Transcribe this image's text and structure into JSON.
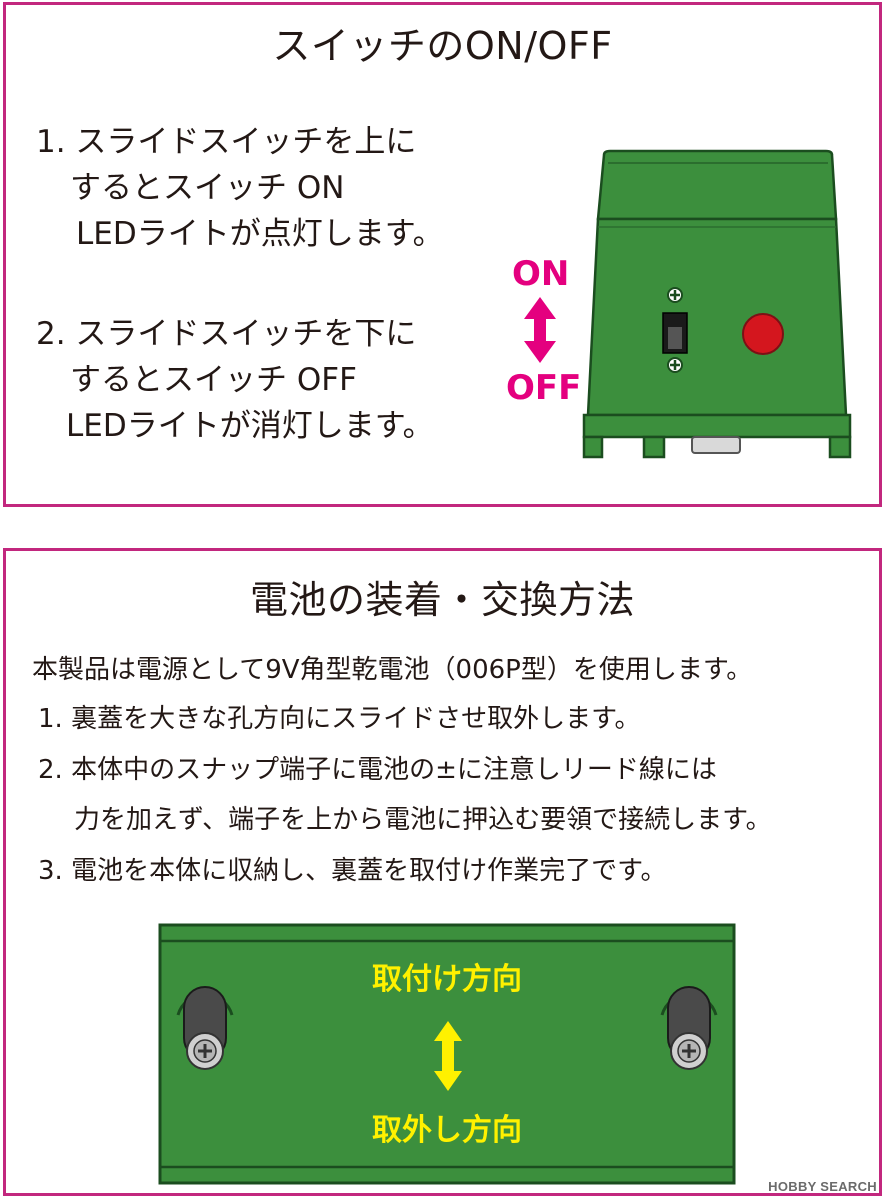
{
  "switch_section": {
    "title": "スイッチのON/OFF",
    "step1": [
      "1. スライドスイッチを上に",
      "するとスイッチ ON",
      "LEDライトが点灯します。"
    ],
    "step2": [
      "2. スライドスイッチを下に",
      "するとスイッチ OFF",
      "LEDライトが消灯します。"
    ],
    "on_label": "ON",
    "off_label": "OFF"
  },
  "battery_section": {
    "title": "電池の装着・交換方法",
    "intro": "本製品は電源として9V角型乾電池（006P型）を使用します。",
    "step1": "1. 裏蓋を大きな孔方向にスライドさせ取外します。",
    "step2_line1": "2. 本体中のスナップ端子に電池の±に注意しリード線には",
    "step2_line2": "力を加えず、端子を上から電池に押込む要領で接続します。",
    "step3": "3. 電池を本体に収納し、裏蓋を取付け作業完了です。",
    "attach_label": "取付け方向",
    "remove_label": "取外し方向"
  },
  "watermark": "HOBBY SEARCH",
  "colors": {
    "frame": "#c2277e",
    "accent_pink": "#e4007f",
    "box_green": "#3c8f3d",
    "label_yellow": "#fff100",
    "indicator_red": "#d4161e"
  }
}
